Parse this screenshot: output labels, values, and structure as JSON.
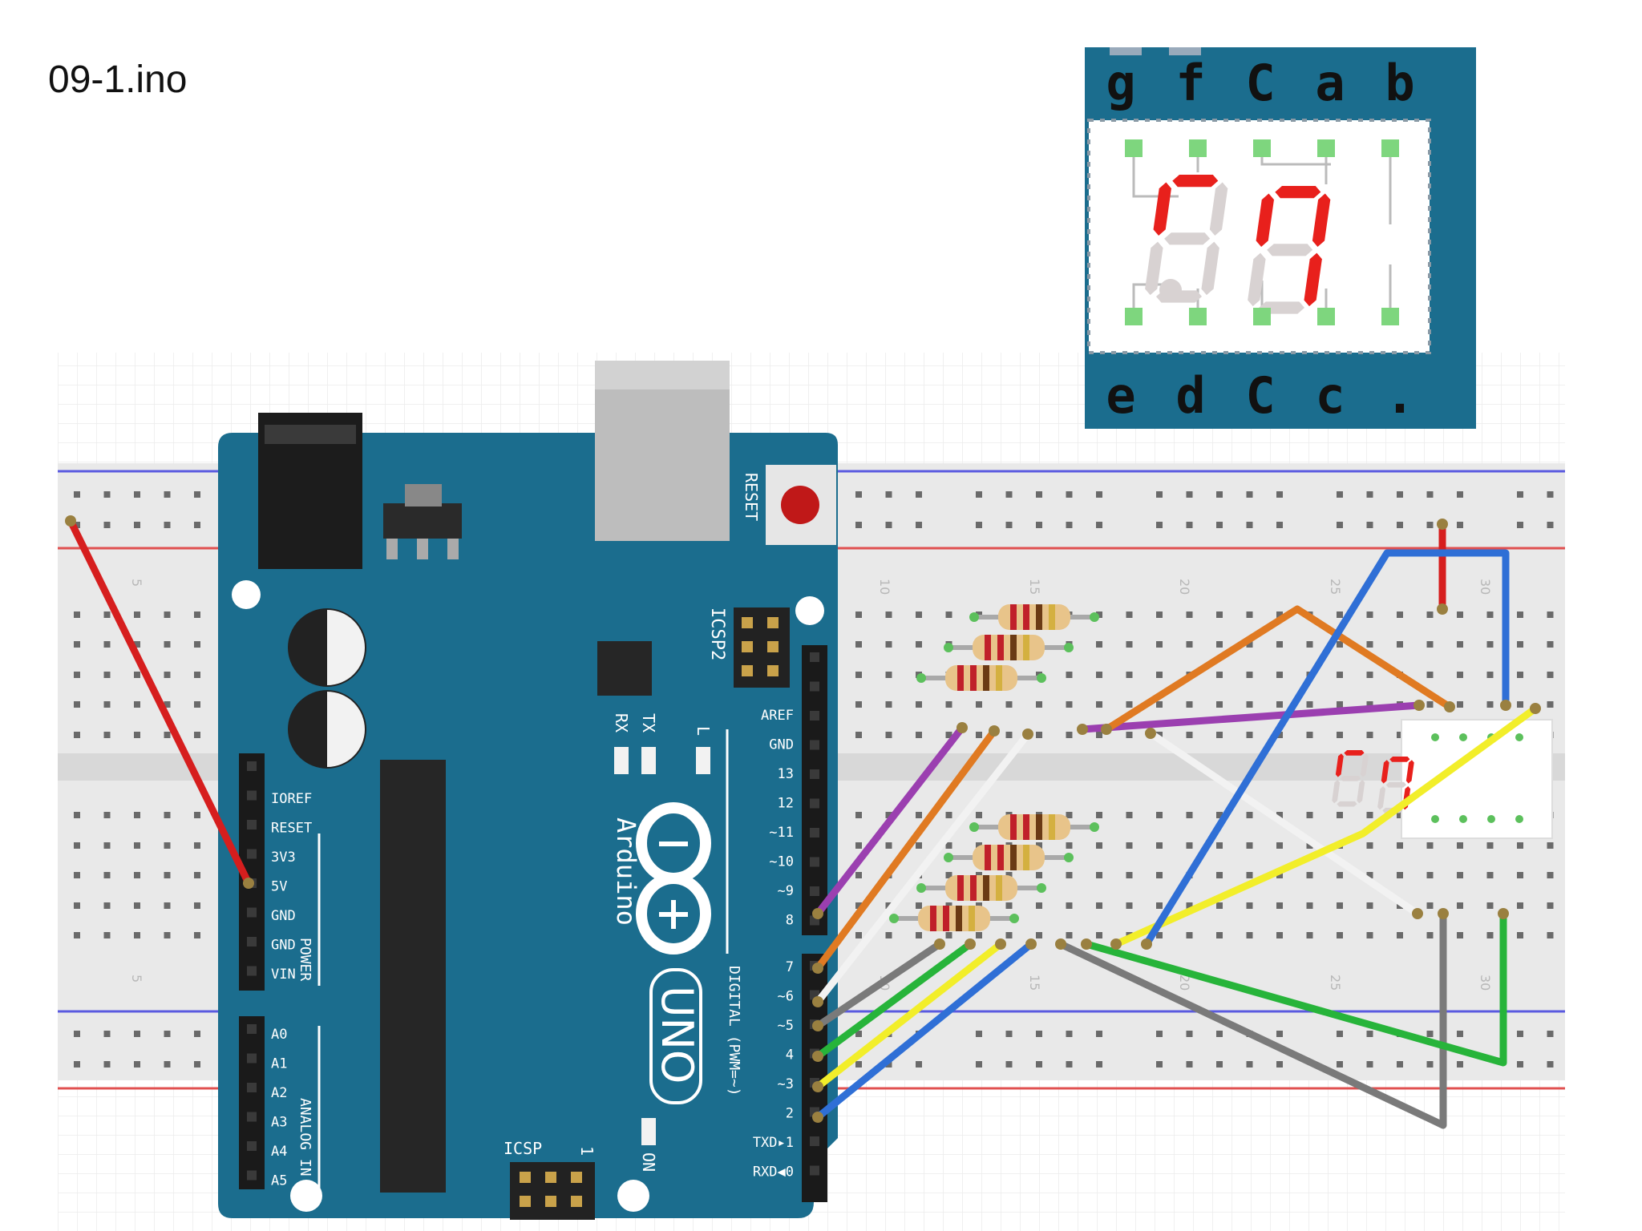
{
  "file": {
    "title": "09-1.ino"
  },
  "segment_legend": {
    "top_pins": [
      "g",
      "f",
      "C",
      "a",
      "b"
    ],
    "bottom_pins": [
      "e",
      "d",
      "C",
      "c",
      "."
    ],
    "panel_color": "#1b6d8e",
    "lit_segment_color": "#e8201c",
    "unlit_segment_color": "#d8d2d2",
    "lit_segments": [
      "a",
      "b",
      "c",
      "f"
    ]
  },
  "arduino": {
    "brand": "Arduino",
    "model": "UNO",
    "board_color": "#1b6d8e",
    "labels": {
      "reset": "RESET",
      "icsp2": "ICSP2",
      "icsp": "ICSP",
      "icsp_num": "1",
      "tx": "TX",
      "rx": "RX",
      "l": "L",
      "on": "ON",
      "digital": "DIGITAL (PWM=~)",
      "power": "POWER",
      "analog": "ANALOG IN"
    },
    "power_pins": [
      "IOREF",
      "RESET",
      "3V3",
      "5V",
      "GND",
      "GND",
      "VIN"
    ],
    "analog_pins": [
      "A0",
      "A1",
      "A2",
      "A3",
      "A4",
      "A5"
    ],
    "digital_pins_top": [
      "AREF",
      "GND",
      "13",
      "12",
      "~11",
      "~10",
      "~9",
      "8"
    ],
    "digital_pins_bottom": [
      "7",
      "~6",
      "~5",
      "4",
      "~3",
      "2",
      "TXD▸1",
      "RXD◀0"
    ]
  },
  "breadboard": {
    "column_marks": [
      "5",
      "10",
      "15",
      "20",
      "25",
      "30"
    ],
    "rail_red": "#e05050",
    "rail_blue": "#5a5ae0",
    "hole_color": "#6a6a6a",
    "hole_green": "#5cc05c"
  },
  "wires": {
    "red": "#d61e1e",
    "purple": "#9b3fb0",
    "orange": "#e07a22",
    "white": "#f2f2f2",
    "gray": "#7a7a7a",
    "green": "#27b43a",
    "yellow": "#f2ee2a",
    "blue": "#2f6fd6"
  },
  "resistor": {
    "body": "#e8c48a",
    "bands": [
      "#c0202a",
      "#c0202a",
      "#6b3a14",
      "#d4b040"
    ]
  }
}
